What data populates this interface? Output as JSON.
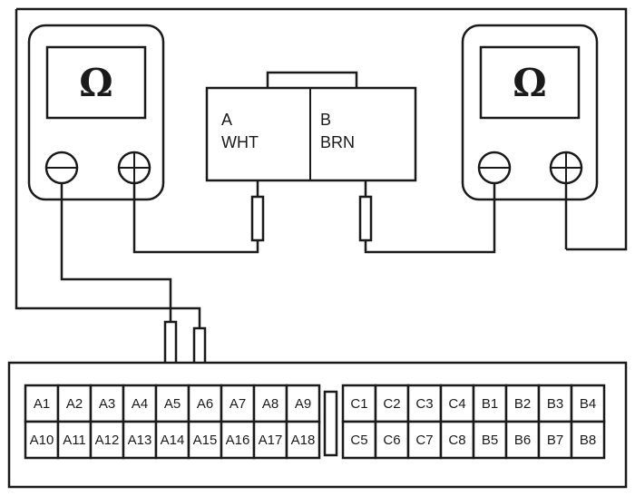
{
  "meters": [
    {
      "id": "left",
      "symbol": "Ω"
    },
    {
      "id": "right",
      "symbol": "Ω"
    }
  ],
  "connector": {
    "a_label": "A",
    "a_color": "WHT",
    "b_label": "B",
    "b_color": "BRN"
  },
  "ecu": {
    "block_a": {
      "row1": [
        "A1",
        "A2",
        "A3",
        "A4",
        "A5",
        "A6",
        "A7",
        "A8",
        "A9"
      ],
      "row2": [
        "A10",
        "A11",
        "A12",
        "A13",
        "A14",
        "A15",
        "A16",
        "A17",
        "A18"
      ]
    },
    "block_cb": {
      "row1": [
        "C1",
        "C2",
        "C3",
        "C4",
        "B1",
        "B2",
        "B3",
        "B4"
      ],
      "row2": [
        "C5",
        "C6",
        "C7",
        "C8",
        "B5",
        "B6",
        "B7",
        "B8"
      ]
    }
  }
}
